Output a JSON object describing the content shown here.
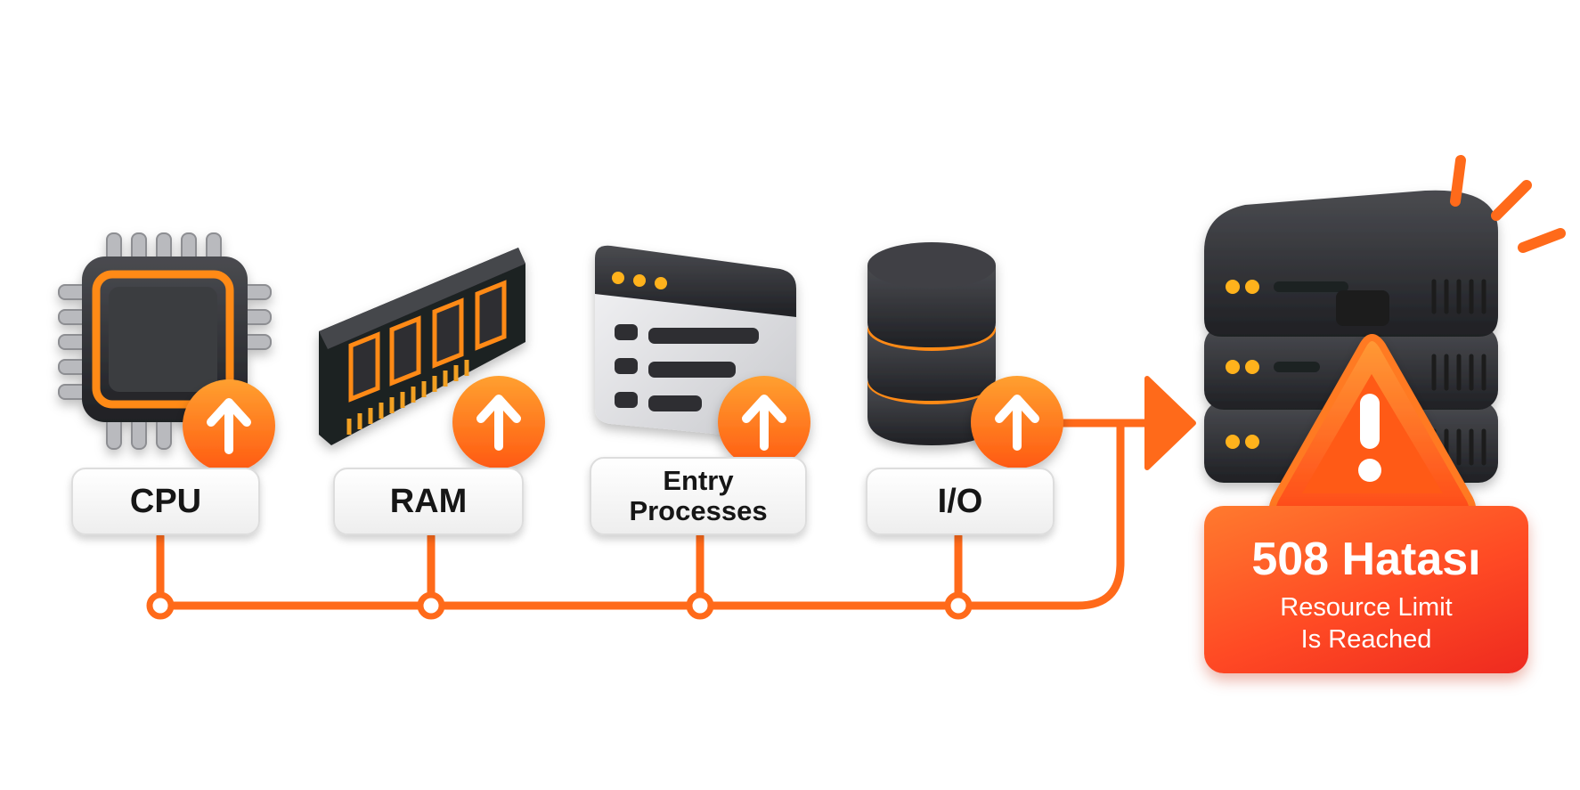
{
  "resources": [
    {
      "label": "CPU",
      "icon": "cpu-chip-icon"
    },
    {
      "label": "RAM",
      "icon": "ram-module-icon"
    },
    {
      "label": "Entry\nProcesses",
      "icon": "process-window-icon"
    },
    {
      "label": "I/O",
      "icon": "database-icon"
    }
  ],
  "error": {
    "title": "508 Hatası",
    "line1": "Resource Limit",
    "line2": "Is Reached"
  },
  "colors": {
    "accent": "#ff6a1a",
    "dark": "#2e2f33",
    "error": "#f2411f"
  }
}
